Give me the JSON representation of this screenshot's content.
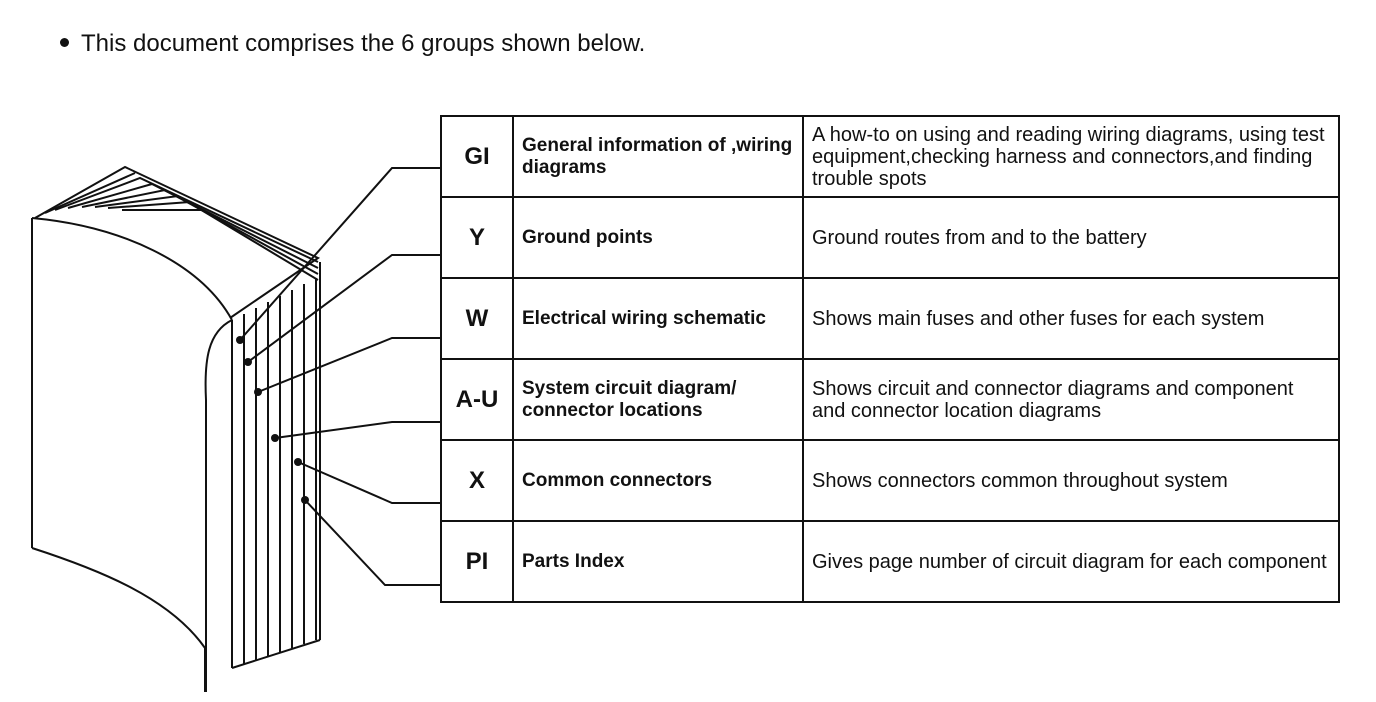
{
  "intro": {
    "text": "This document comprises the 6 groups shown below."
  },
  "groups": [
    {
      "code": "GI",
      "name": "General information of ,wiring diagrams",
      "description": "A how-to on using and reading wiring diagrams, using test equipment,checking harness and connectors,and finding trouble spots"
    },
    {
      "code": "Y",
      "name": "Ground points",
      "description": "Ground routes from and to the battery"
    },
    {
      "code": "W",
      "name": "Electrical wiring schematic",
      "description": "Shows main fuses and other fuses for each system"
    },
    {
      "code": "A-U",
      "name": "System circuit diagram/ connector locations",
      "description": "Shows circuit and connector diagrams and component and connector location diagrams"
    },
    {
      "code": "X",
      "name": "Common connectors",
      "description": "Shows connectors common throughout system"
    },
    {
      "code": "PI",
      "name": "Parts Index",
      "description": "Gives page number of circuit diagram for each component"
    }
  ]
}
